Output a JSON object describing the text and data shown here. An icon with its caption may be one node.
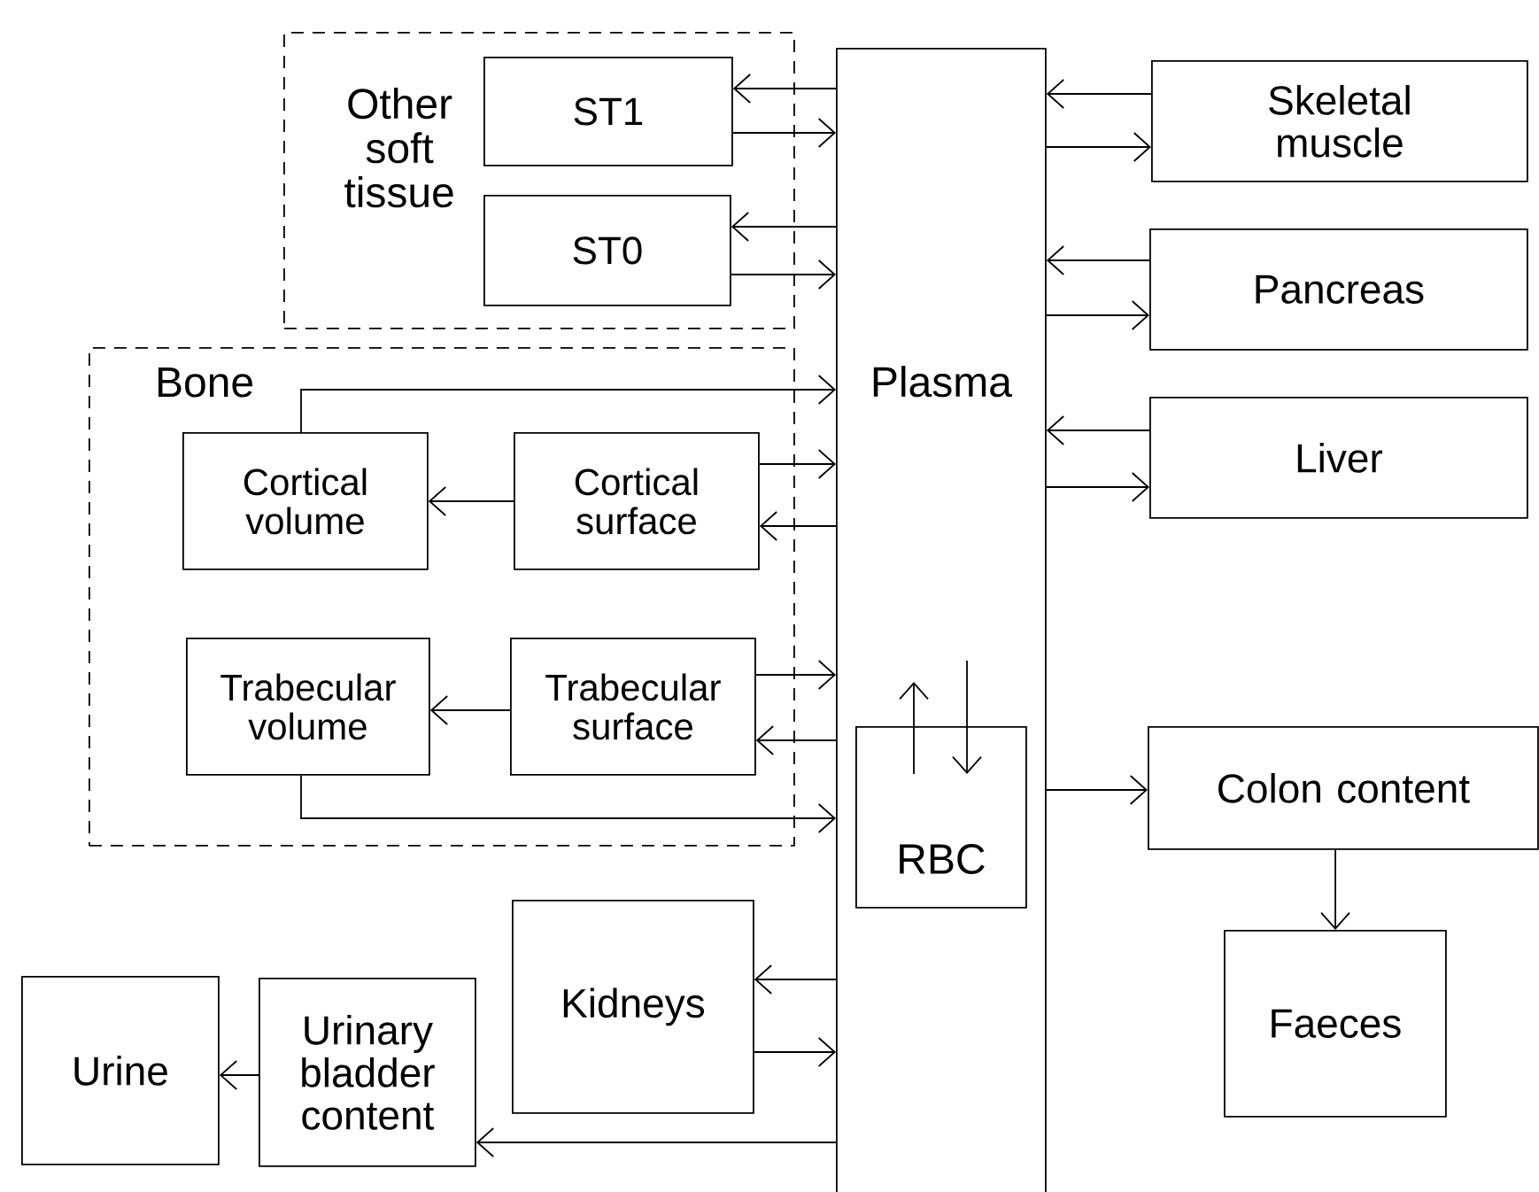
{
  "diagram": {
    "nodes": [
      {
        "text": [
          "Other soft tissue"
        ]
      },
      {
        "text": [
          "ST1"
        ],
        "in": 0
      },
      {
        "text": [
          "ST0"
        ],
        "in": 0
      },
      {
        "text": [
          "Bone"
        ]
      },
      {
        "text": [
          "Cortical volume"
        ],
        "in": 3
      },
      {
        "text": [
          "Cortical surface"
        ],
        "in": 3
      },
      {
        "text": [
          "Trabecular volume"
        ],
        "in": 3
      },
      {
        "text": [
          "Trabecular surface"
        ],
        "in": 3
      },
      {
        "text": [
          "Plasma"
        ]
      },
      {
        "text": [
          "RBC"
        ],
        "in": 8
      },
      {
        "text": [
          "Skeletal muscle"
        ]
      },
      {
        "text": [
          "Pancreas"
        ]
      },
      {
        "text": [
          "Liver"
        ]
      },
      {
        "text": [
          "Colon content"
        ]
      },
      {
        "text": [
          "Faeces"
        ]
      },
      {
        "text": [
          "Kidneys"
        ]
      },
      {
        "text": [
          "Urinary bladder content"
        ]
      },
      {
        "text": [
          "Urine"
        ]
      }
    ],
    "edges": [
      {
        "from": 8,
        "to": 1,
        "arrow": "to"
      },
      {
        "from": 1,
        "to": 8,
        "arrow": "to"
      },
      {
        "from": 8,
        "to": 2,
        "arrow": "to"
      },
      {
        "from": 2,
        "to": 8,
        "arrow": "to"
      },
      {
        "from": 4,
        "to": 8,
        "arrow": "to"
      },
      {
        "from": 5,
        "to": 8,
        "arrow": "to"
      },
      {
        "from": 8,
        "to": 5,
        "arrow": "to"
      },
      {
        "from": 5,
        "to": 4,
        "arrow": "to"
      },
      {
        "from": 7,
        "to": 8,
        "arrow": "to"
      },
      {
        "from": 8,
        "to": 7,
        "arrow": "to"
      },
      {
        "from": 7,
        "to": 6,
        "arrow": "to"
      },
      {
        "from": 6,
        "to": 8,
        "arrow": "to"
      },
      {
        "from": 9,
        "to": null,
        "arrow": "to"
      },
      {
        "from": null,
        "to": 9,
        "arrow": "to"
      },
      {
        "from": 10,
        "to": 8,
        "arrow": "to"
      },
      {
        "from": 8,
        "to": 10,
        "arrow": "to"
      },
      {
        "from": 11,
        "to": 8,
        "arrow": "to"
      },
      {
        "from": 8,
        "to": 11,
        "arrow": "to"
      },
      {
        "from": 12,
        "to": 8,
        "arrow": "to"
      },
      {
        "from": 8,
        "to": 12,
        "arrow": "to"
      },
      {
        "from": 8,
        "to": 13,
        "arrow": "to"
      },
      {
        "from": 13,
        "to": 14,
        "arrow": "to"
      },
      {
        "from": 8,
        "to": 15,
        "arrow": "to"
      },
      {
        "from": 15,
        "to": 8,
        "arrow": "to"
      },
      {
        "from": 8,
        "to": 16,
        "arrow": "to"
      },
      {
        "from": 16,
        "to": 17,
        "arrow": "to"
      }
    ]
  }
}
